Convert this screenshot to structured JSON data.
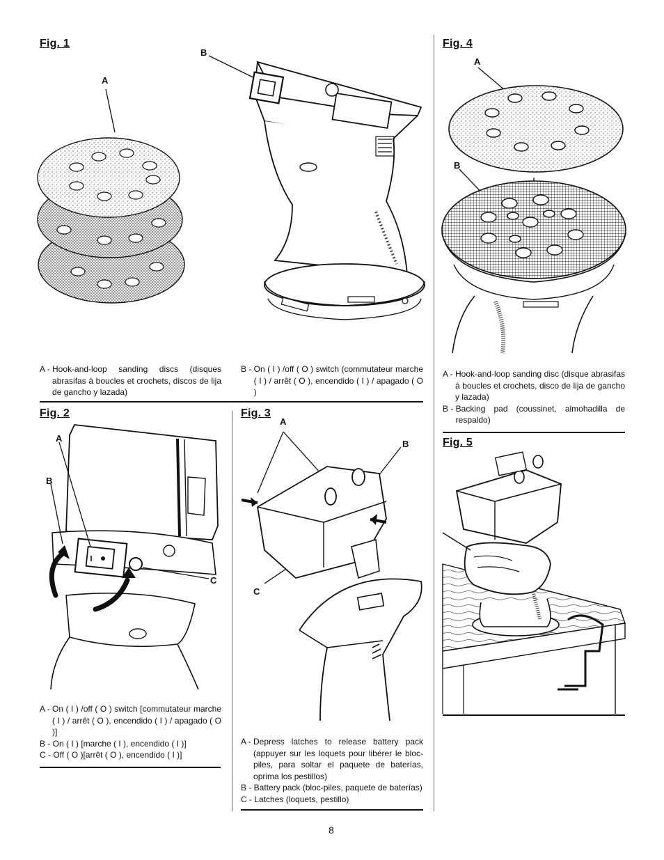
{
  "figures": {
    "fig1": {
      "title": "Fig. 1",
      "label_a": "A",
      "label_b": "B",
      "caption_a": {
        "key": "A - ",
        "text": "Hook-and-loop sanding discs (disques abrasifas à boucles et crochets, discos de lija de gancho y lazada)"
      },
      "caption_b": {
        "key": "B - ",
        "text": "On ( I ) /off ( O ) switch (commutateur marche ( I ) / arrêt ( O ), encendido ( I ) / apagado ( O )"
      }
    },
    "fig2": {
      "title": "Fig. 2",
      "label_a": "A",
      "label_b": "B",
      "label_c": "C",
      "captions": [
        {
          "key": "A - ",
          "text": "On ( I ) /off ( O ) switch [commutateur marche ( I ) / arrêt ( O ), encendido ( I ) / apagado ( O )]"
        },
        {
          "key": "B - ",
          "text": "On ( I ) [marche ( I ), encendido ( I )]"
        },
        {
          "key": "C - ",
          "text": "Off ( O )[arrêt ( O ), encendido ( I )]"
        }
      ]
    },
    "fig3": {
      "title": "Fig. 3",
      "label_a": "A",
      "label_b": "B",
      "label_c": "C",
      "captions": [
        {
          "key": "A - ",
          "text": "Depress latches to release battery pack (appuyer sur les loquets pour libérer le bloc-piles, para soltar el paquete de baterías, oprima los pestillos)"
        },
        {
          "key": "B - ",
          "text": "Battery pack (bloc-piles, paquete de baterías)"
        },
        {
          "key": "C - ",
          "text": "Latches (loquets, pestillo)"
        }
      ]
    },
    "fig4": {
      "title": "Fig. 4",
      "label_a": "A",
      "label_b": "B",
      "captions": [
        {
          "key": "A - ",
          "text": "Hook-and-loop sanding disc (disque abrasifas à boucles et crochets, disco de lija de gancho y lazada)"
        },
        {
          "key": "B - ",
          "text": "Backing pad (coussinet, almohadilla de respaldo)"
        }
      ]
    },
    "fig5": {
      "title": "Fig. 5"
    }
  },
  "page_number": "8"
}
